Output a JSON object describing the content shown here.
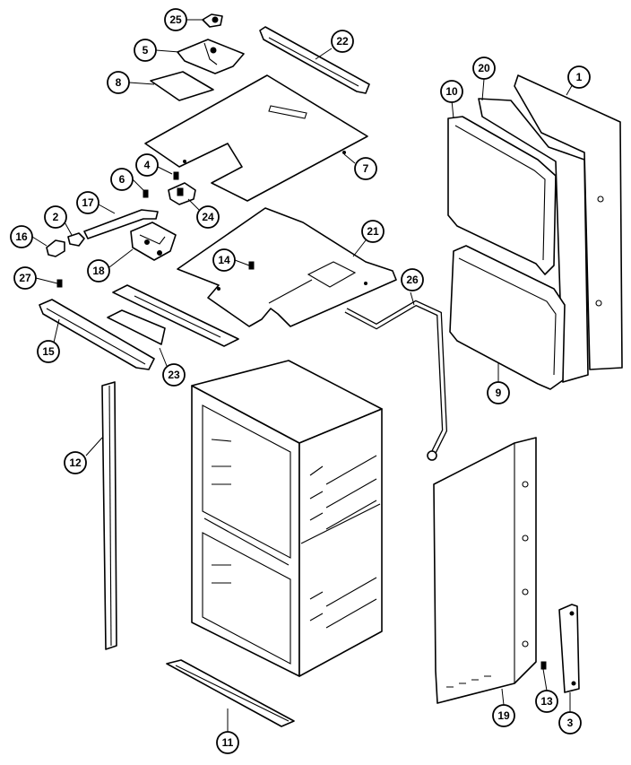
{
  "callouts": [
    "25",
    "5",
    "22",
    "8",
    "20",
    "1",
    "10",
    "7",
    "4",
    "6",
    "17",
    "24",
    "2",
    "16",
    "21",
    "14",
    "27",
    "18",
    "26",
    "15",
    "23",
    "9",
    "12",
    "19",
    "13",
    "3",
    "11"
  ]
}
